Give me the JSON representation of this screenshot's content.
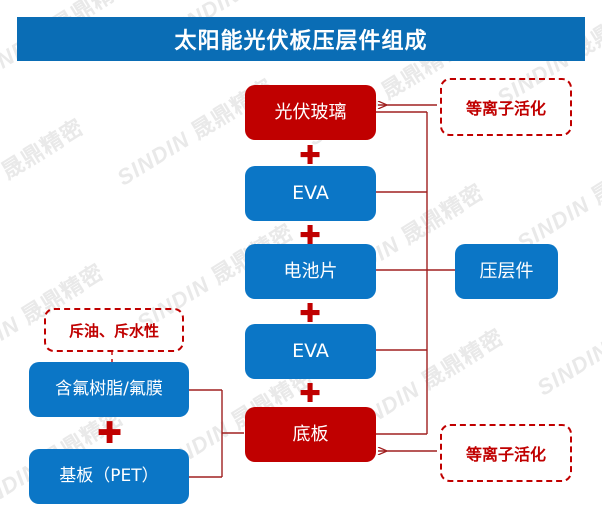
{
  "title": {
    "text": "太阳能光伏板压层件组成"
  },
  "watermark": {
    "english": "SINDIN",
    "chinese": "晟鼎精密"
  },
  "stack": {
    "layers": [
      {
        "label": "光伏玻璃",
        "color": "#c00000",
        "kind": "red"
      },
      {
        "label": "EVA",
        "color": "#0b76c6",
        "kind": "blue"
      },
      {
        "label": "电池片",
        "color": "#0b76c6",
        "kind": "blue"
      },
      {
        "label": "EVA",
        "color": "#0b76c6",
        "kind": "blue"
      },
      {
        "label": "底板",
        "color": "#c00000",
        "kind": "red"
      }
    ],
    "separator": "✚"
  },
  "backsheet": {
    "layers": [
      {
        "label": "含氟树脂/氟膜",
        "color": "#0b76c6"
      },
      {
        "label": "基板（PET）",
        "color": "#0b76c6"
      }
    ],
    "separator": "✚"
  },
  "callouts": {
    "top_right": "等离子活化",
    "bottom_right": "等离子活化",
    "left": "斥油、斥水性"
  },
  "group_label": {
    "label": "压层件",
    "color": "#0b76c6"
  },
  "colors": {
    "title_bar": "#0a6db5",
    "blue": "#0b76c6",
    "red": "#c00000",
    "line": "#a02020",
    "background": "#ffffff",
    "watermark": "#e9e9e9"
  }
}
